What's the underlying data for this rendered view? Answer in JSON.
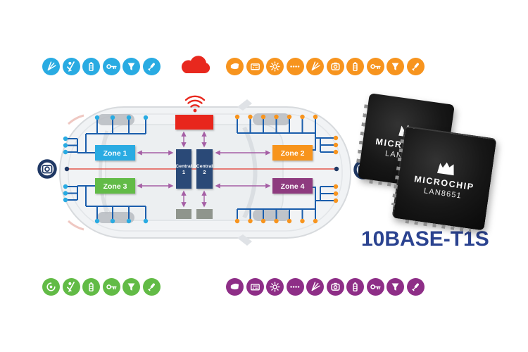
{
  "title": {
    "label": "10BASE-T1S"
  },
  "chips": [
    {
      "brand": "MICROCHIP",
      "part": "LAN8650"
    },
    {
      "brand": "MICROCHIP",
      "part": "LAN8651"
    }
  ],
  "colors": {
    "cyan": "#29ABE2",
    "orange": "#F7941E",
    "green": "#62BB46",
    "purple": "#8E2E87",
    "zone4_purple": "#8E3A7F",
    "navy": "#2C4A77",
    "red": "#E8281E",
    "line_blue": "#1B5EAC",
    "center_line_red": "#E4574D",
    "arrow_purple": "#A55FA5",
    "camera_navy": "#1F3864",
    "title_navy": "#2B4390",
    "gray_module": "#8F958D"
  },
  "icon_rows": {
    "top_left": {
      "color": "#29ABE2",
      "icons": [
        "washer-spray",
        "seatbelt",
        "battery",
        "key",
        "horn",
        "microphone"
      ]
    },
    "top_right": {
      "color": "#F7941E",
      "icons": [
        "side-mirror",
        "media-player",
        "motor",
        "led-strip",
        "washer-spray",
        "camera",
        "battery",
        "key",
        "horn",
        "microphone"
      ]
    },
    "bottom_left": {
      "color": "#62BB46",
      "icons": [
        "speaker",
        "seatbelt",
        "battery",
        "key",
        "horn",
        "microphone"
      ]
    },
    "bottom_right": {
      "color": "#8E2E87",
      "icons": [
        "side-mirror",
        "media-player",
        "motor",
        "led-strip",
        "washer-spray",
        "camera",
        "battery",
        "key",
        "horn",
        "microphone"
      ]
    }
  },
  "diagram": {
    "zones": [
      {
        "label": "Zone 1",
        "color": "#29ABE2"
      },
      {
        "label": "Zone 2",
        "color": "#F7941E"
      },
      {
        "label": "Zone 3",
        "color": "#62BB46"
      },
      {
        "label": "Zone 4",
        "color": "#8E3A7F"
      }
    ],
    "centrals": [
      {
        "label": "Central",
        "num": "1"
      },
      {
        "label": "Central",
        "num": "2"
      }
    ]
  }
}
